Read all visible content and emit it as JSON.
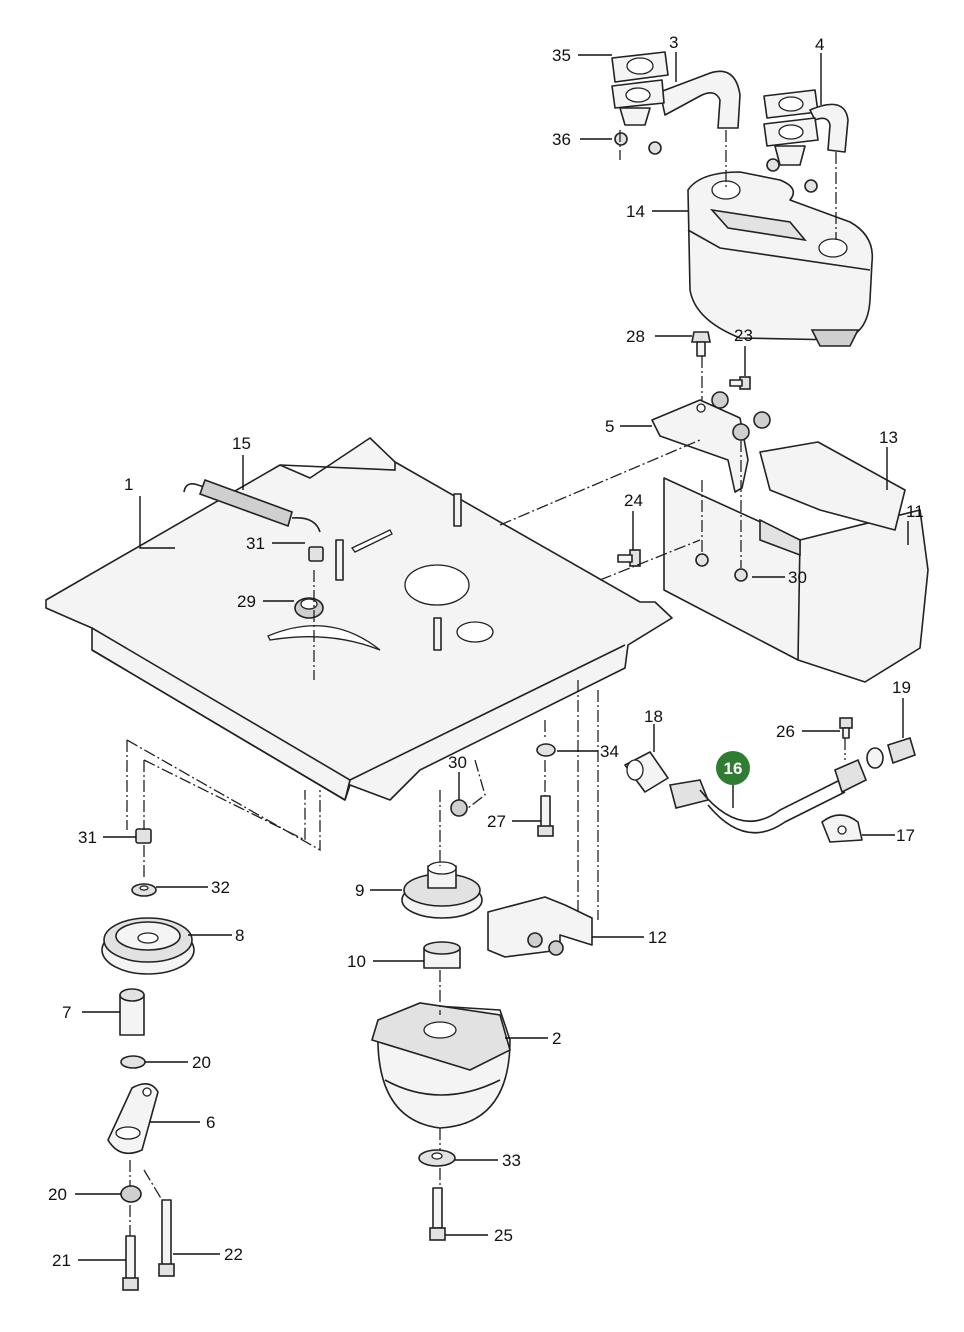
{
  "highlight_color": "#2e7d32",
  "highlighted": "16",
  "callouts": [
    "1",
    "2",
    "3",
    "4",
    "5",
    "6",
    "7",
    "8",
    "9",
    "10",
    "11",
    "12",
    "13",
    "14",
    "15",
    "16",
    "17",
    "18",
    "19",
    "20",
    "20",
    "21",
    "22",
    "23",
    "24",
    "25",
    "26",
    "27",
    "28",
    "29",
    "30",
    "30",
    "31",
    "31",
    "32",
    "33",
    "34",
    "35",
    "36"
  ]
}
